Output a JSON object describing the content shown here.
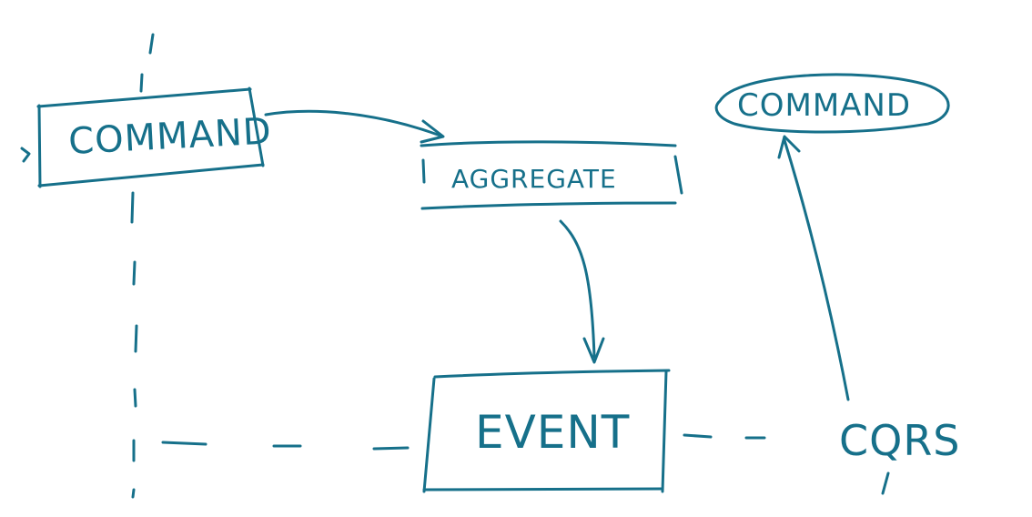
{
  "nodes": {
    "command_left": "COMMAND",
    "aggregate": "AGGREGATE",
    "event": "EVENT",
    "command_right": "COMMAND",
    "cqrs": "CQRS"
  },
  "colors": {
    "ink": "#16708a",
    "background": "#ffffff"
  }
}
